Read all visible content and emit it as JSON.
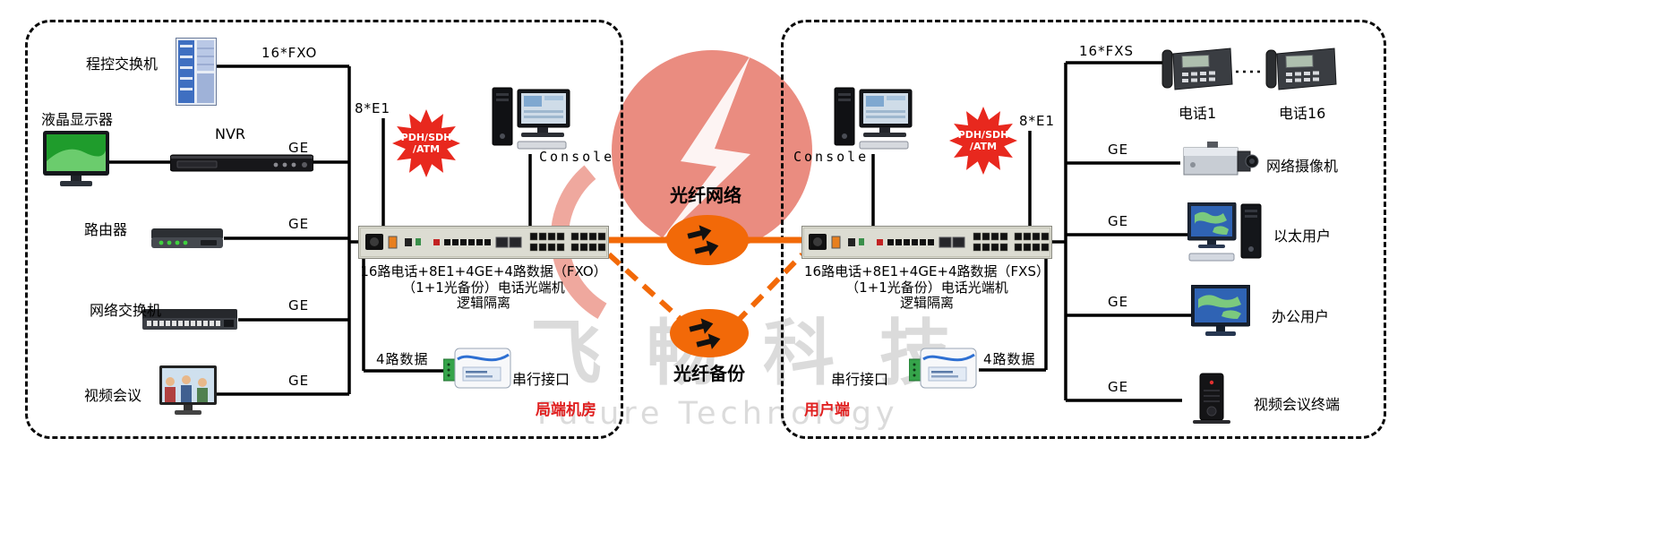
{
  "left": {
    "room": "局端机房",
    "pbx": "程控交换机",
    "pbx_port": "16*FXO",
    "lcd": "液晶显示器",
    "nvr": "NVR",
    "nvr_port": "GE",
    "router": "路由器",
    "router_port": "GE",
    "switch": "网络交换机",
    "switch_port": "GE",
    "vc": "视频会议",
    "vc_port": "GE",
    "e1": "8*E1",
    "burst1": "PDH/SDH",
    "burst2": "/ATM",
    "console": "Console",
    "rack1": "16路电话+8E1+4GE+4路数据（FXO）",
    "rack2": "（1+1光备份）电话光端机",
    "rack3": "逻辑隔离",
    "data4": "4路数据",
    "serial": "串行接口"
  },
  "center": {
    "fiber_main": "光纤网络",
    "fiber_backup": "光纤备份",
    "wm_cn": "飞畅科技",
    "wm_en": "Future Technology"
  },
  "right": {
    "room": "用户端",
    "fxs": "16*FXS",
    "phone1": "电话1",
    "phone16": "电话16",
    "e1": "8*E1",
    "burst1": "PDH/SDH",
    "burst2": "/ATM",
    "console": "Console",
    "rack1": "16路电话+8E1+4GE+4路数据（FXS）",
    "rack2": "（1+1光备份）电话光端机",
    "rack3": "逻辑隔离",
    "camera": "网络摄像机",
    "camera_port": "GE",
    "eth_user": "以太用户",
    "eth_port": "GE",
    "office_user": "办公用户",
    "office_port": "GE",
    "vc_terminal": "视频会议终端",
    "vc_port": "GE",
    "data4": "4路数据",
    "serial": "串行接口"
  }
}
